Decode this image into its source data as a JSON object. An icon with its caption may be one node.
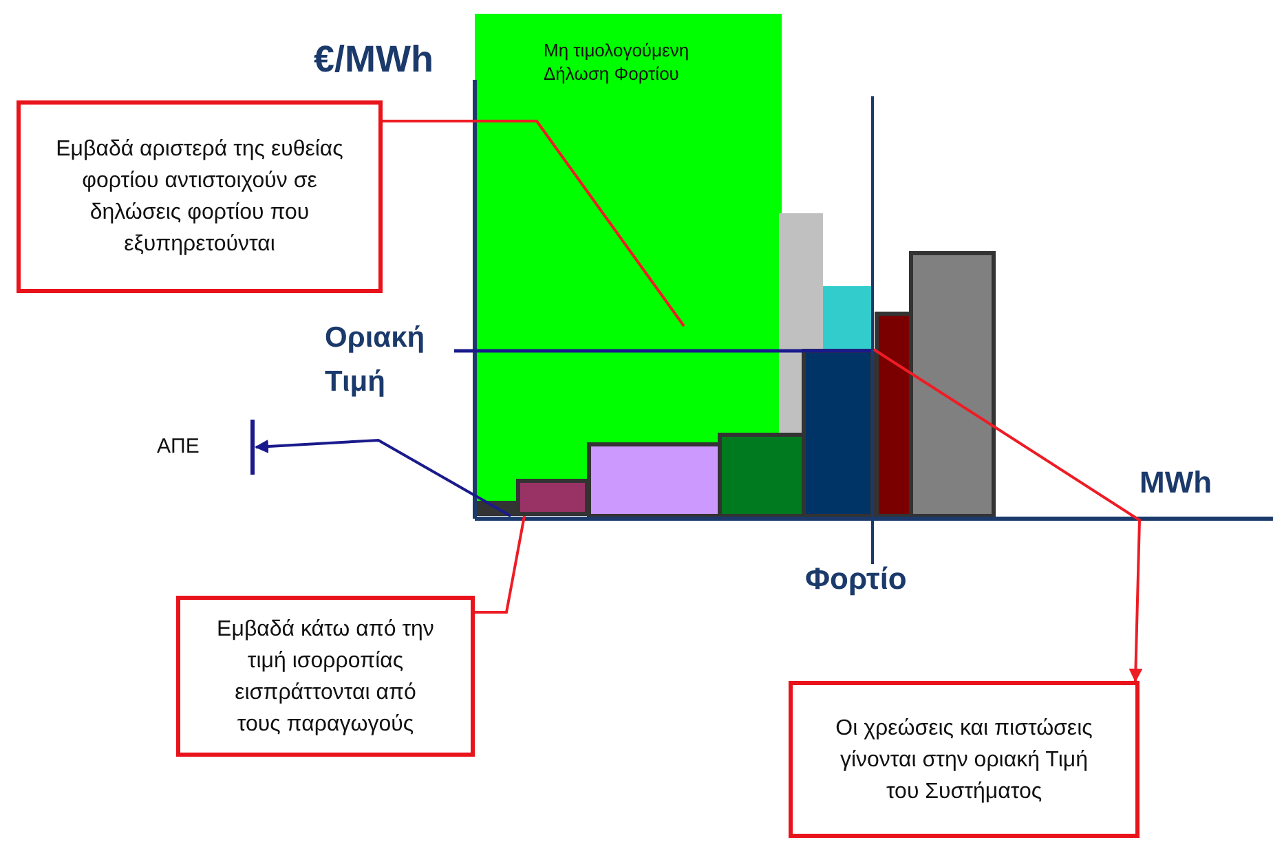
{
  "diagram": {
    "nodes": [
      {
        "text": [
          "Μη τιμολογούμενη Δήλωση Φορτίου"
        ]
      },
      {
        "text": [
          "Εμβαδά αριστερά της ευθείας φορτίου αντιστοιχούν σε δηλώσεις φορτίου που εξυπηρετούνται"
        ]
      },
      {
        "text": [
          "ΑΠΕ"
        ]
      },
      {
        "text": [],
        "shape": "bar",
        "in": 0
      },
      {
        "text": [
          "Εμβαδά κάτω από την τιμή ισορροπίας εισπράττονται από τους παραγωγούς"
        ]
      },
      {
        "text": [
          "Οι χρεώσεις και πιστώσεις γίνονται στην οριακή Τιμή του Συστήματος"
        ]
      }
    ],
    "edges": [
      {
        "from": 1,
        "to": null,
        "arrow": "none"
      },
      {
        "from": 0,
        "to": 2,
        "arrow": "to",
        "color": "#1a1a8c"
      },
      {
        "from": 4,
        "to": 3,
        "arrow": "none"
      },
      {
        "from": null,
        "to": 5,
        "arrow": "to"
      }
    ],
    "labels": [
      "€/MWh",
      "Οριακή Τιμή",
      "MWh",
      "Φορτίο"
    ]
  }
}
